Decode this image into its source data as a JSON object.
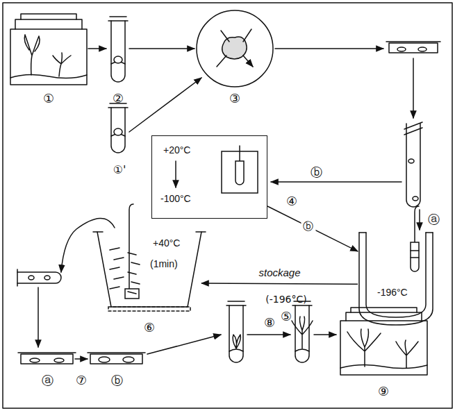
{
  "diagram": {
    "nodes": [
      {
        "text": [
          "+20°C",
          "-100°C"
        ]
      },
      {
        "text": [
          "-196°C"
        ]
      },
      {
        "text": [
          "+40°C",
          "(1min)"
        ]
      }
    ],
    "edges": [
      {
        "from": 0,
        "to": 1,
        "arrow": "to",
        "label": "ⓑ"
      },
      {
        "from": 1,
        "to": 2,
        "arrow": "to",
        "label": "stockage"
      }
    ],
    "labels": [
      "①",
      "②",
      "①'",
      "③",
      "ⓑ",
      "④",
      "ⓐ",
      "(-196°C)",
      "⑤",
      "⑥",
      "ⓐ",
      "⑦",
      "ⓑ",
      "⑧",
      "⑨"
    ]
  }
}
